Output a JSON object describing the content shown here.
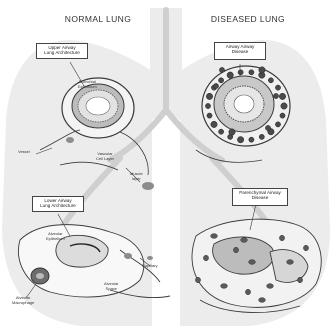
{
  "titles": {
    "left": "NORMAL LUNG",
    "right": "DISEASED LUNG"
  },
  "callouts": {
    "upper_left": "Upper Airway\nLung Architecture",
    "lower_left": "Lower Airway\nLung Architecture",
    "upper_right": "Airway Airway\nDisease",
    "lower_right": "Parenchymal Airway\nDisease"
  },
  "labels": {
    "ul_bronchial": "Bronchial\nEpithelium",
    "ul_vascular": "Vascular\nCell Layer",
    "ul_vessel": "Vessel",
    "ul_muscle": "Muscle\nlayer",
    "ll_alveolar": "Alveolar\nEpithelium",
    "ll_macrophage": "Alveolar\nMacrophage",
    "ll_capillary": "Capillary",
    "ll_vessel": "Alveolar\nSpace"
  },
  "colors": {
    "lung_fill": "#ececec",
    "ink": "#3a3a3a",
    "cell_dark": "#4a4a4a",
    "cell_mid": "#8c8c8c",
    "mucosa": "#bcbcbc"
  }
}
